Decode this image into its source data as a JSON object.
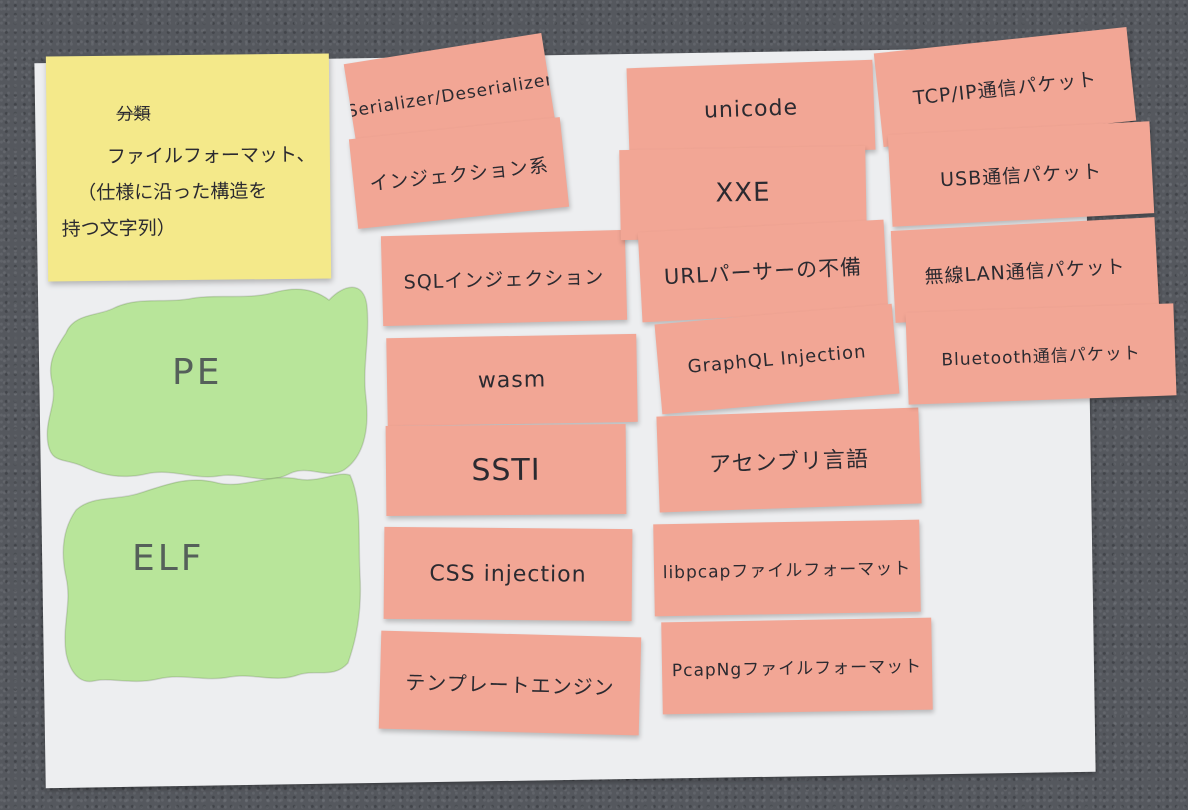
{
  "yellow_note": {
    "title": "分類",
    "lines": [
      "ファイルフォーマット、",
      "（仕様に沿った構造を",
      "持つ文字列）"
    ]
  },
  "green_shapes": [
    {
      "label": "PE"
    },
    {
      "label": "ELF"
    }
  ],
  "column1": [
    {
      "label": "Serializer/Deserializer"
    },
    {
      "label": "インジェクション系"
    },
    {
      "label": "SQLインジェクション"
    },
    {
      "label": "wasm"
    },
    {
      "label": "SSTI"
    },
    {
      "label": "CSS injection"
    },
    {
      "label": "テンプレートエンジン"
    }
  ],
  "column2": [
    {
      "label": "unicode"
    },
    {
      "label": "XXE"
    },
    {
      "label": "URLパーサーの不備"
    },
    {
      "label": "GraphQL Injection"
    },
    {
      "label": "アセンブリ言語"
    },
    {
      "label": "libpcapファイルフォーマット"
    },
    {
      "label": "PcapNgファイルフォーマット"
    }
  ],
  "column3": [
    {
      "label": "TCP/IP通信パケット"
    },
    {
      "label": "USB通信パケット"
    },
    {
      "label": "無線LAN通信パケット"
    },
    {
      "label": "Bluetooth通信パケット"
    }
  ],
  "colors": {
    "background": "#55585e",
    "paper": "#edeef0",
    "yellow_note": "#f4e98a",
    "pink_note": "#f2a695",
    "green_note": "#b8e59a",
    "ink": "#2b2a30"
  }
}
